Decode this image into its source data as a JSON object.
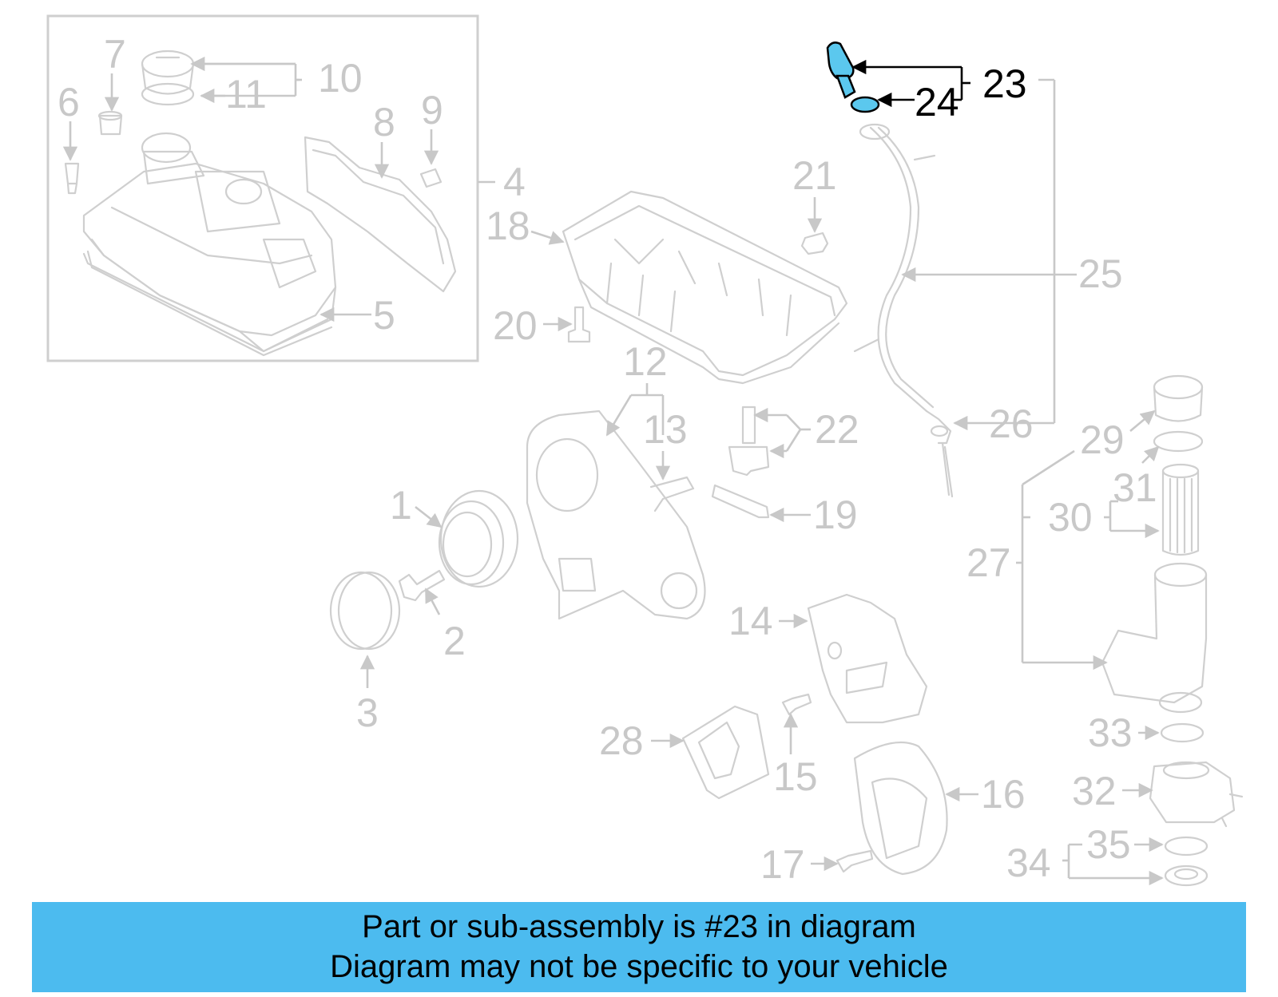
{
  "banner": {
    "line1": "Part or sub-assembly is #23 in diagram",
    "line2": "Diagram may not be specific to your vehicle"
  },
  "highlight_color": "#5bc8ee",
  "banner_color": "#4cbbef",
  "callouts": {
    "c1": "1",
    "c2": "2",
    "c3": "3",
    "c4": "4",
    "c5": "5",
    "c6": "6",
    "c7": "7",
    "c8": "8",
    "c9": "9",
    "c10": "10",
    "c11": "11",
    "c12": "12",
    "c13": "13",
    "c14": "14",
    "c15": "15",
    "c16": "16",
    "c17": "17",
    "c18": "18",
    "c19": "19",
    "c20": "20",
    "c21": "21",
    "c22": "22",
    "c23": "23",
    "c24": "24",
    "c25": "25",
    "c26": "26",
    "c27": "27",
    "c28": "28",
    "c29": "29",
    "c30": "30",
    "c31": "31",
    "c32": "32",
    "c33": "33",
    "c34": "34",
    "c35": "35"
  }
}
